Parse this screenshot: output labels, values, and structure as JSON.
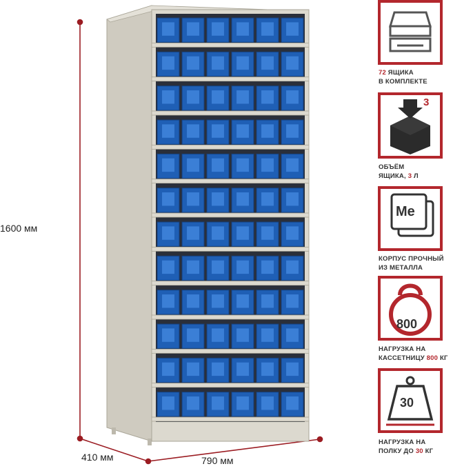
{
  "dimensions": {
    "height": "1600 мм",
    "depth": "410 мм",
    "width": "790 мм"
  },
  "cabinet": {
    "rows": 12,
    "columns": 6,
    "frame_color": "#dcd9cf",
    "bin_color": "#1f5fb5",
    "dim_line_color": "#9b1c22"
  },
  "features": [
    {
      "icon": "drawer-stack-icon",
      "prefix": "",
      "highlight": "72",
      "line1_rest": " ЯЩИКА",
      "line2": "В КОМПЛЕКТЕ",
      "badge": ""
    },
    {
      "icon": "box-volume-icon",
      "badge": "3",
      "line1": "ОБЪЁМ",
      "line2_pre": "ЯЩИКА, ",
      "highlight": "3",
      "line2_post": " Л"
    },
    {
      "icon": "metal-sheet-icon",
      "badge": "Me",
      "line1": "КОРПУС ПРОЧНЫЙ",
      "line2": "ИЗ МЕТАЛЛА"
    },
    {
      "icon": "kettlebell-icon",
      "badge": "800",
      "line1": "НАГРУЗКА НА",
      "line2_pre": "КАССЕТНИЦУ ",
      "highlight": "800",
      "line2_post": " КГ"
    },
    {
      "icon": "weight-load-icon",
      "badge": "30",
      "line1": "НАГРУЗКА НА",
      "line2_pre": "ПОЛКУ ДО ",
      "highlight": "30",
      "line2_post": " КГ"
    }
  ]
}
